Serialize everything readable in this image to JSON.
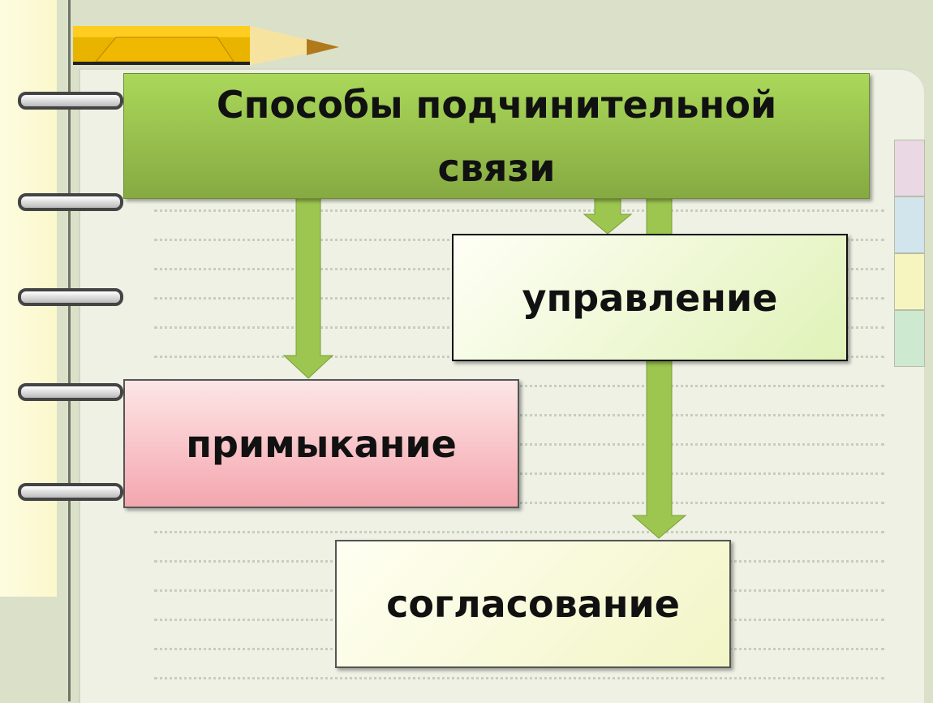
{
  "title": {
    "line1": "Способы подчинительной",
    "line2": "связи"
  },
  "nodes": {
    "upravlenie": "управление",
    "primykanie": "примыкание",
    "soglasovanie": "согласование"
  },
  "colors": {
    "title_bg": "#9cc64f",
    "arrow": "#9cc64f",
    "pink": "#f6b0b6"
  }
}
